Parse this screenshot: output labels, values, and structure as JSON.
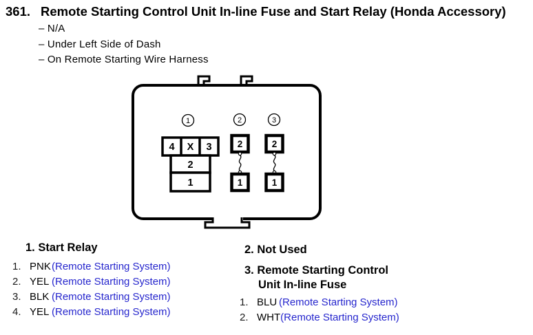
{
  "header": {
    "number": "361.",
    "title": "Remote Starting Control Unit In-line Fuse and Start Relay (Honda Accessory)",
    "bullets": [
      "– N/A",
      "– Under Left Side of Dash",
      "– On Remote Starting Wire Harness"
    ]
  },
  "diagram": {
    "connector1": {
      "label": "1",
      "pins": {
        "p4": "4",
        "px": "X",
        "p3": "3",
        "p2": "2",
        "p1": "1"
      }
    },
    "connector2": {
      "label": "2",
      "pins": {
        "p2": "2",
        "p1": "1"
      }
    },
    "connector3": {
      "label": "3",
      "pins": {
        "p2": "2",
        "p1": "1"
      }
    }
  },
  "sections": {
    "start_relay": {
      "heading": "1. Start Relay",
      "wires": [
        {
          "num": "1.",
          "code": "PNK",
          "system": "(Remote Starting System)"
        },
        {
          "num": "2.",
          "code": "YEL",
          "system": "(Remote Starting System)"
        },
        {
          "num": "3.",
          "code": "BLK",
          "system": "(Remote Starting System)"
        },
        {
          "num": "4.",
          "code": "YEL",
          "system": "(Remote Starting System)"
        }
      ]
    },
    "not_used": {
      "heading": "2. Not Used"
    },
    "inline_fuse": {
      "heading_line1": "3. Remote Starting Control",
      "heading_line2": "Unit In-line Fuse",
      "wires": [
        {
          "num": "1.",
          "code": "BLU",
          "system": "(Remote Starting System)"
        },
        {
          "num": "2.",
          "code": "WHT",
          "system": "(Remote Starting System)"
        }
      ]
    }
  },
  "colors": {
    "link_blue": "#2525cd",
    "line_black": "#000000",
    "background": "#ffffff"
  }
}
